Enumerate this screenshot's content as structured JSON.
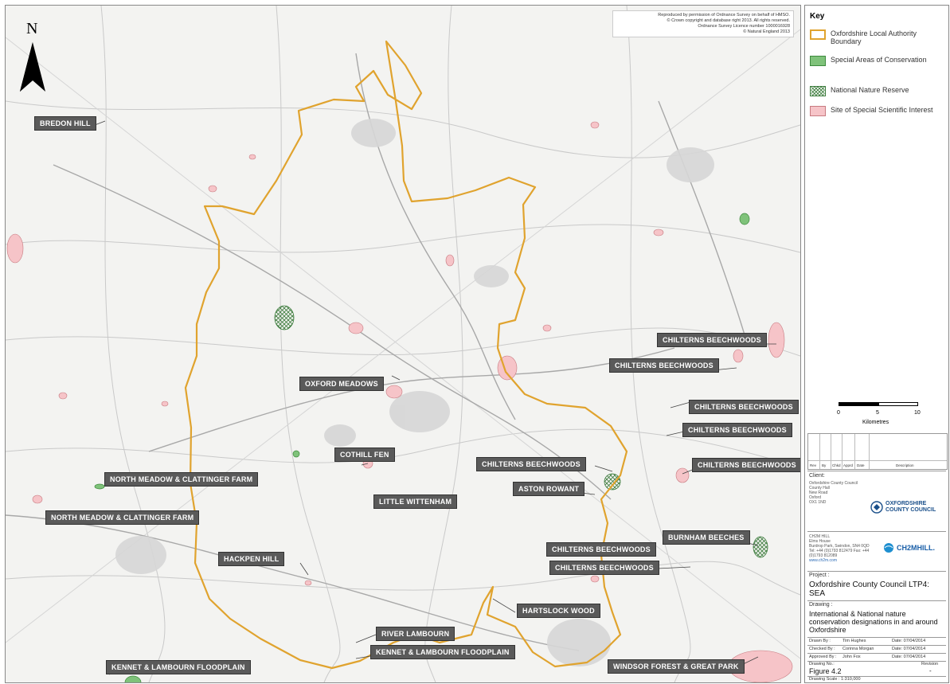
{
  "north_label": "N",
  "copyright": [
    "Reproduced by permission of Ordnance Survey on behalf of HMSO.",
    "© Crown copyright and database right 2013. All rights reserved.",
    "Ordnance Survey Licence number 1000016928",
    "© Natural England 2013"
  ],
  "site_labels": [
    "BREDON HILL",
    "OXFORD MEADOWS",
    "CHILTERNS BEECHWOODS",
    "CHILTERNS BEECHWOODS",
    "CHILTERNS BEECHWOODS",
    "CHILTERNS BEECHWOODS",
    "CHILTERNS BEECHWOODS",
    "COTHILL FEN",
    "NORTH MEADOW & CLATTINGER FARM",
    "NORTH MEADOW & CLATTINGER FARM",
    "CHILTERNS BEECHWOODS",
    "ASTON ROWANT",
    "LITTLE WITTENHAM",
    "BURNHAM BEECHES",
    "CHILTERNS BEECHWOODS",
    "CHILTERNS BEECHWOODS",
    "HACKPEN HILL",
    "HARTSLOCK WOOD",
    "RIVER LAMBOURN",
    "KENNET & LAMBOURN FLOODPLAIN",
    "KENNET & LAMBOURN FLOODPLAIN",
    "WINDSOR FOREST & GREAT PARK"
  ],
  "key": {
    "title": "Key",
    "items": [
      {
        "label": "Oxfordshire Local Authority Boundary",
        "style": "boundary",
        "color": "#e0a32e"
      },
      {
        "label": "Special Areas of Conservation",
        "style": "fill",
        "color": "#7fc27a"
      },
      {
        "label": "National Nature Reserve",
        "style": "hatch",
        "color": "#3a8a3a"
      },
      {
        "label": "Site of Special Scientific Interest",
        "style": "fill",
        "color": "#f6c4c8"
      }
    ]
  },
  "scale": {
    "ticks": [
      "0",
      "5",
      "10"
    ],
    "unit": "Kilometres"
  },
  "revision_headers": [
    "Rev",
    "By",
    "Chkd",
    "Apprd",
    "Date",
    "Description"
  ],
  "client": {
    "label": "Client:",
    "address": [
      "Oxfordshire County Council",
      "County Hall",
      "New Road",
      "Oxford",
      "OX1 1ND"
    ],
    "logo": "OXFORDSHIRE COUNTY COUNCIL"
  },
  "consultant": {
    "address": [
      "CH2M HILL",
      "Elms House",
      "Burdrop Park, Swindon, SN4 0QD",
      "Tel: +44 (0)1793 812479 Fax: +44",
      "(0)1793 812089",
      "www.ch2m.com"
    ],
    "logo": "CH2MHILL."
  },
  "project": {
    "label": "Project :",
    "value": "Oxfordshire County Council LTP4: SEA"
  },
  "drawing": {
    "label": "Drawing :",
    "value": "International & National nature conservation designations in and around Oxfordshire"
  },
  "signoff": [
    {
      "role": "Drawn By :",
      "name": "Tim Hughes",
      "date": "Date: 07/04/2014"
    },
    {
      "role": "Checked By :",
      "name": "Corinna Morgan",
      "date": "Date: 07/04/2014"
    },
    {
      "role": "Approved By :",
      "name": "John Fox",
      "date": "Date: 07/04/2014"
    }
  ],
  "drawing_no": {
    "label": "Drawing No.:",
    "value": "Figure 4.2",
    "revision_label": "Revision",
    "revision_value": "-"
  },
  "drawing_scale": "Drawing Scale : 1:310,000"
}
